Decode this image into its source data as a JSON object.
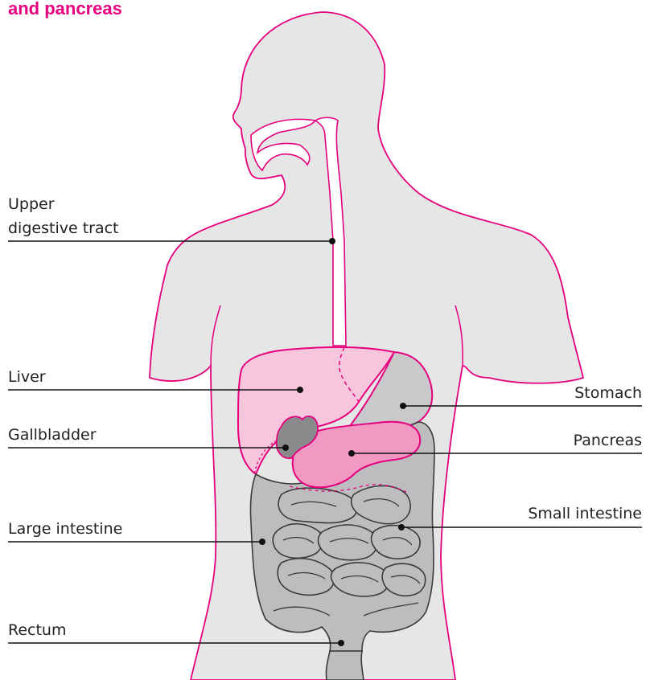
{
  "title": "and pancreas",
  "colors": {
    "accent": "#e6007e",
    "body": "#e6e6e7",
    "liver": "#f7c6dc",
    "pancreas": "#f199c3",
    "gallbladder": "#8a8a8c",
    "intestine": "#bdbdbf",
    "stomach": "#c9c9cb"
  },
  "labels": {
    "upper_digestive_tract_line1": "Upper",
    "upper_digestive_tract_line2": "digestive tract",
    "liver": "Liver",
    "gallbladder": "Gallbladder",
    "large_intestine": "Large intestine",
    "rectum": "Rectum",
    "stomach": "Stomach",
    "pancreas": "Pancreas",
    "small_intestine": "Small intestine"
  }
}
